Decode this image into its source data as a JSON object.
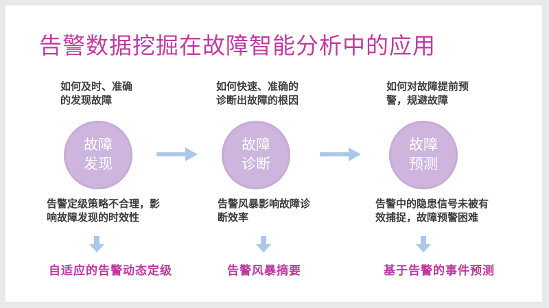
{
  "title": "告警数据挖掘在故障智能分析中的应用",
  "colors": {
    "accent_magenta": "#c13ba2",
    "solution_magenta": "#bc389f",
    "circle_fill": "#cdb5de",
    "arrow_blue": "#abc7e9",
    "body_text": "#3c3c3c",
    "slide_background": "#ffffff",
    "outer_background": "#e9e9e9"
  },
  "icons": {
    "right_arrow": "right-arrow-icon",
    "down_arrow": "down-arrow-icon"
  },
  "columns": [
    {
      "question": "如何及时、准确\n的发现故障",
      "stage": "故障\n发现",
      "problem": "告警定级策略不合理，影\n响故障发现的时效性",
      "solution": "自适应的告警动态定级"
    },
    {
      "question": "如何快速、准确的\n诊断出故障的根因",
      "stage": "故障\n诊断",
      "problem": "告警风暴影响故障诊\n断效率",
      "solution": "告警风暴摘要"
    },
    {
      "question": "如何对故障提前预\n警，规避故障",
      "stage": "故障\n预测",
      "problem": "告警中的隐患信号未被有\n效捕捉，故障预警困难",
      "solution": "基于告警的事件预测"
    }
  ]
}
